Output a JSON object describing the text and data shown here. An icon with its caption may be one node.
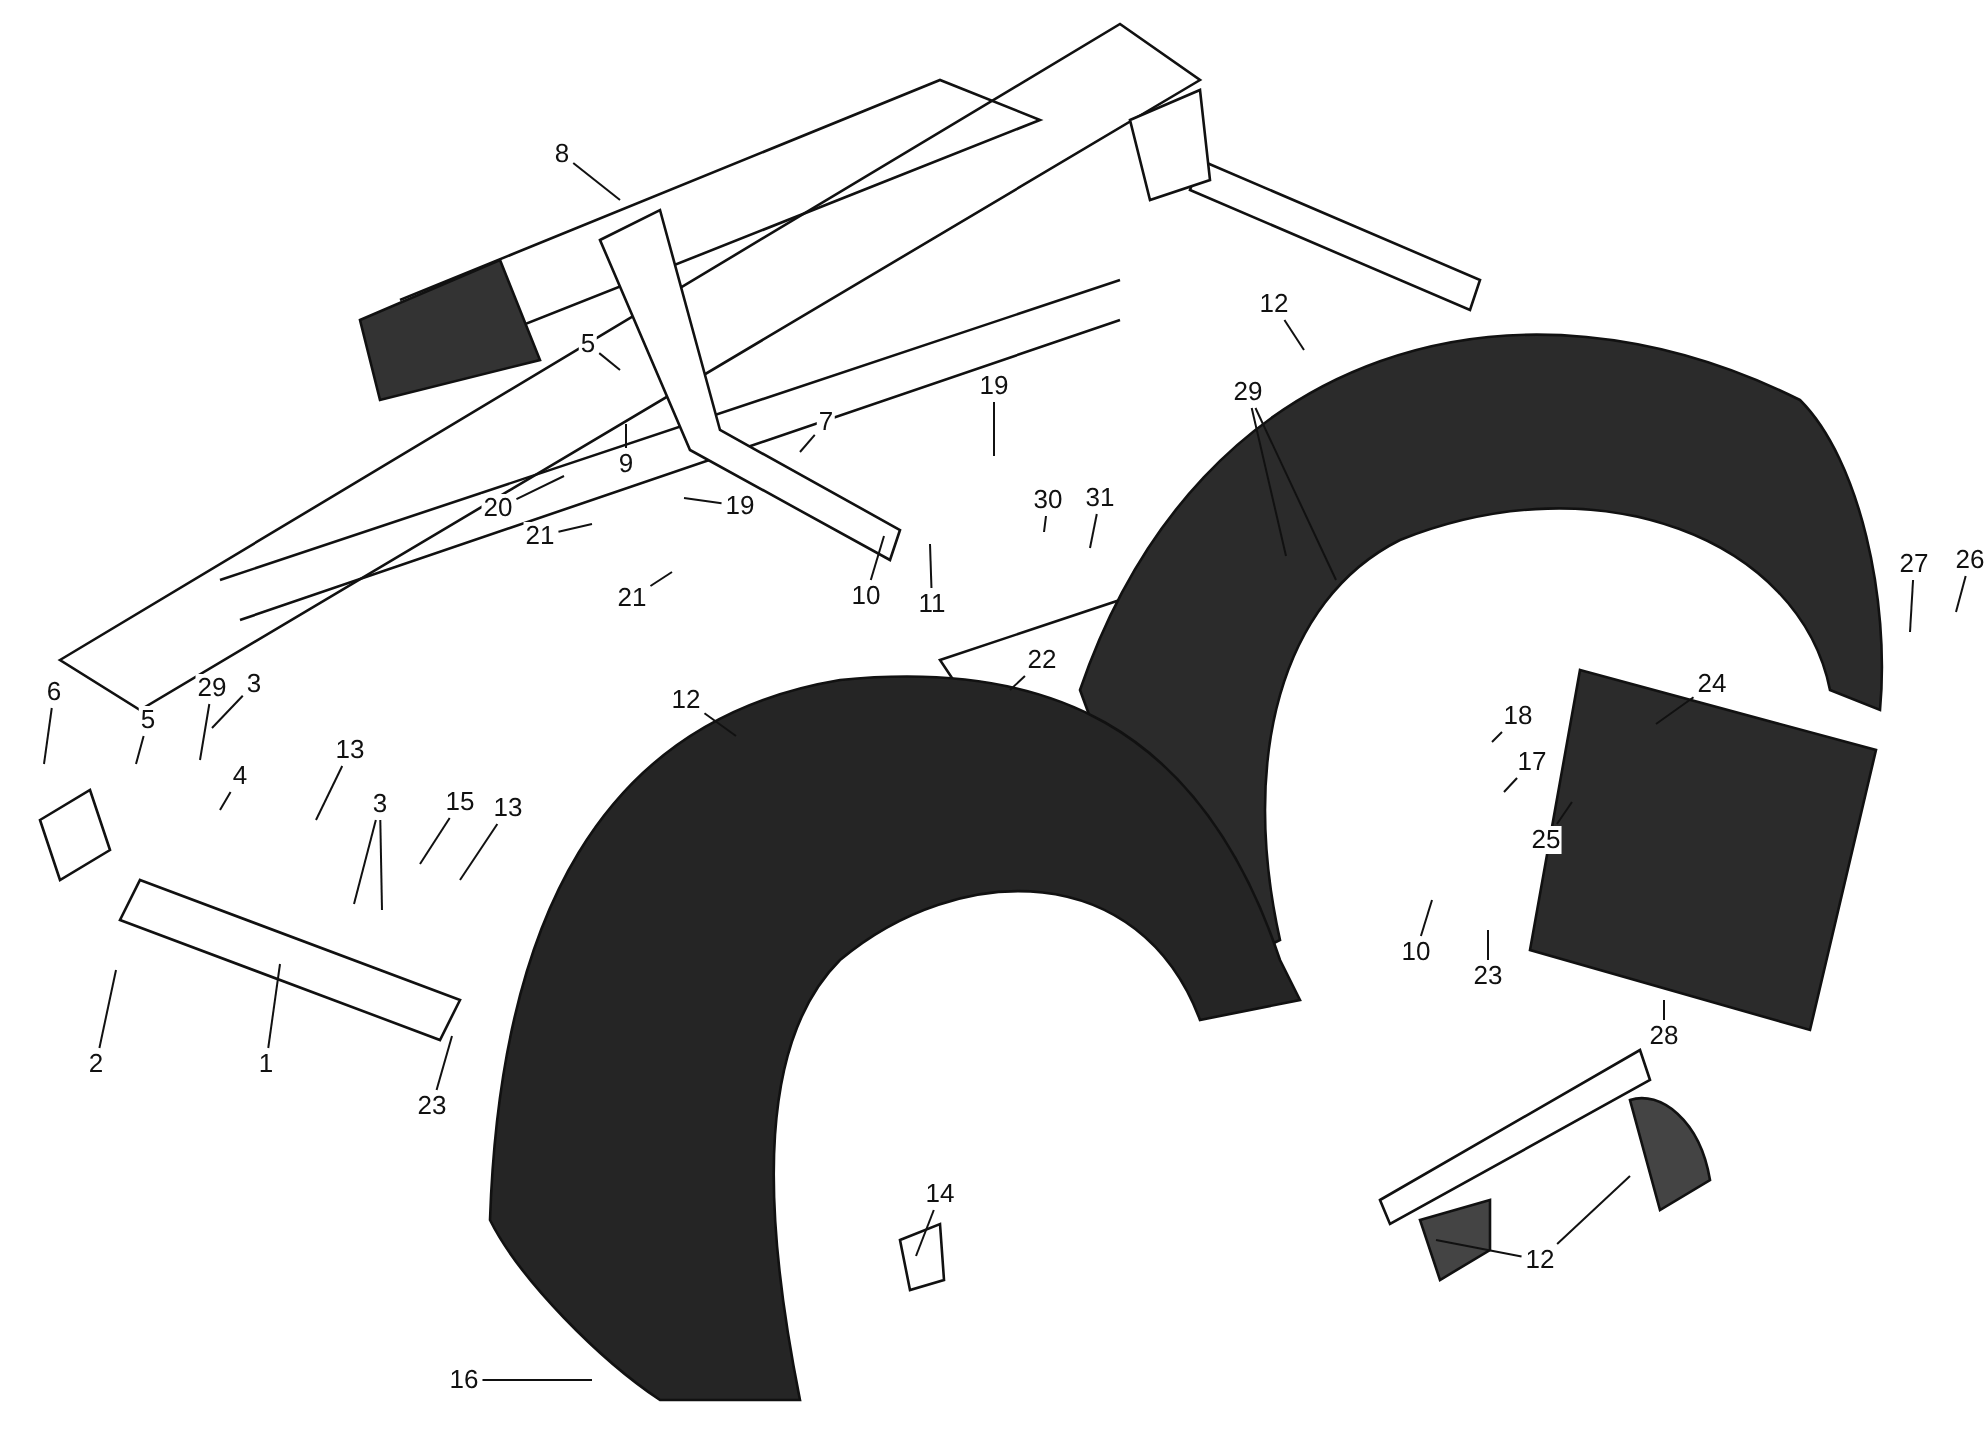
{
  "diagram": {
    "nodes": [
      {
        "text": [
          "8"
        ]
      },
      {
        "text": [
          "12"
        ]
      },
      {
        "text": [
          "5"
        ]
      },
      {
        "text": [
          "19"
        ]
      },
      {
        "text": [
          "29"
        ]
      },
      {
        "text": [
          "7"
        ]
      },
      {
        "text": [
          "9"
        ]
      },
      {
        "text": [
          "30"
        ]
      },
      {
        "text": [
          "31"
        ]
      },
      {
        "text": [
          "19"
        ]
      },
      {
        "text": [
          "20"
        ]
      },
      {
        "text": [
          "21"
        ]
      },
      {
        "text": [
          "26"
        ]
      },
      {
        "text": [
          "27"
        ]
      },
      {
        "text": [
          "10"
        ]
      },
      {
        "text": [
          "11"
        ]
      },
      {
        "text": [
          "21"
        ]
      },
      {
        "text": [
          "22"
        ]
      },
      {
        "text": [
          "24"
        ]
      },
      {
        "text": [
          "6"
        ]
      },
      {
        "text": [
          "29"
        ]
      },
      {
        "text": [
          "3"
        ]
      },
      {
        "text": [
          "12"
        ]
      },
      {
        "text": [
          "18"
        ]
      },
      {
        "text": [
          "5"
        ]
      },
      {
        "text": [
          "13"
        ]
      },
      {
        "text": [
          "17"
        ]
      },
      {
        "text": [
          "4"
        ]
      },
      {
        "text": [
          "3"
        ]
      },
      {
        "text": [
          "15"
        ]
      },
      {
        "text": [
          "13"
        ]
      },
      {
        "text": [
          "25"
        ]
      },
      {
        "text": [
          "10"
        ]
      },
      {
        "text": [
          "23"
        ]
      },
      {
        "text": [
          "28"
        ]
      },
      {
        "text": [
          "2"
        ]
      },
      {
        "text": [
          "1"
        ]
      },
      {
        "text": [
          "23"
        ]
      },
      {
        "text": [
          "14"
        ]
      },
      {
        "text": [
          "12"
        ]
      },
      {
        "text": [
          "16"
        ]
      }
    ],
    "edges": [
      {
        "from": 0,
        "to": null,
        "arrow": "none"
      },
      {
        "from": 1,
        "to": null,
        "arrow": "none"
      },
      {
        "from": 2,
        "to": null,
        "arrow": "none"
      },
      {
        "from": 3,
        "to": null,
        "arrow": "none"
      },
      {
        "from": 4,
        "to": null,
        "arrow": "none"
      },
      {
        "from": 4,
        "to": null,
        "arrow": "none"
      },
      {
        "from": 5,
        "to": null,
        "arrow": "none"
      },
      {
        "from": 6,
        "to": null,
        "arrow": "none"
      },
      {
        "from": 7,
        "to": null,
        "arrow": "none"
      },
      {
        "from": 8,
        "to": null,
        "arrow": "none"
      },
      {
        "from": 9,
        "to": null,
        "arrow": "none"
      },
      {
        "from": 10,
        "to": null,
        "arrow": "none"
      },
      {
        "from": 11,
        "to": null,
        "arrow": "none"
      },
      {
        "from": 12,
        "to": null,
        "arrow": "none"
      },
      {
        "from": 13,
        "to": null,
        "arrow": "none"
      },
      {
        "from": 14,
        "to": null,
        "arrow": "none"
      },
      {
        "from": 15,
        "to": null,
        "arrow": "none"
      },
      {
        "from": 16,
        "to": null,
        "arrow": "none"
      },
      {
        "from": 17,
        "to": null,
        "arrow": "none"
      },
      {
        "from": 18,
        "to": null,
        "arrow": "none"
      },
      {
        "from": 19,
        "to": null,
        "arrow": "none"
      },
      {
        "from": 20,
        "to": null,
        "arrow": "none"
      },
      {
        "from": 21,
        "to": null,
        "arrow": "none"
      },
      {
        "from": 22,
        "to": null,
        "arrow": "none"
      },
      {
        "from": 23,
        "to": null,
        "arrow": "none"
      },
      {
        "from": 24,
        "to": null,
        "arrow": "none"
      },
      {
        "from": 25,
        "to": null,
        "arrow": "none"
      },
      {
        "from": 26,
        "to": null,
        "arrow": "none"
      },
      {
        "from": 27,
        "to": null,
        "arrow": "none"
      },
      {
        "from": 28,
        "to": null,
        "arrow": "none"
      },
      {
        "from": 28,
        "to": null,
        "arrow": "none"
      },
      {
        "from": 29,
        "to": null,
        "arrow": "none"
      },
      {
        "from": 30,
        "to": null,
        "arrow": "none"
      },
      {
        "from": 31,
        "to": null,
        "arrow": "none"
      },
      {
        "from": 32,
        "to": null,
        "arrow": "none"
      },
      {
        "from": 33,
        "to": null,
        "arrow": "none"
      },
      {
        "from": 34,
        "to": null,
        "arrow": "none"
      },
      {
        "from": 35,
        "to": null,
        "arrow": "none"
      },
      {
        "from": 36,
        "to": null,
        "arrow": "none"
      },
      {
        "from": 37,
        "to": null,
        "arrow": "none"
      },
      {
        "from": 38,
        "to": null,
        "arrow": "none"
      },
      {
        "from": 39,
        "to": null,
        "arrow": "none"
      },
      {
        "from": 39,
        "to": null,
        "arrow": "none"
      },
      {
        "from": 40,
        "to": null,
        "arrow": "none"
      }
    ]
  }
}
